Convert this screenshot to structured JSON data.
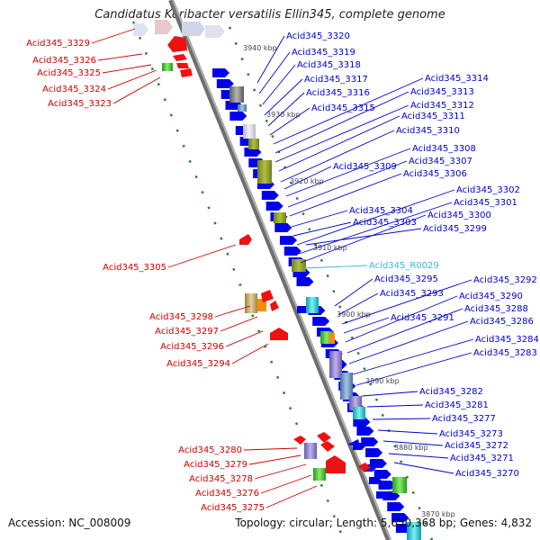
{
  "title": "Candidatus Koribacter versatilis Ellin345, complete genome",
  "footer": {
    "accession": "Accession: NC_008009",
    "summary": "Topology: circular; Length: 5,650,368 bp; Genes: 4,832"
  },
  "colors": {
    "forward_label": "#0000cc",
    "reverse_label": "#cc0000",
    "rna_label": "#33bbdd",
    "forward_gene": "#0000ee",
    "reverse_gene": "#ee1111",
    "backbone": "#808080",
    "dots": "#228822"
  },
  "kbp_marks": [
    "3940 kbp",
    "3930 kbp",
    "3920 kbp",
    "3910 kbp",
    "3900 kbp",
    "3890 kbp",
    "3880 kbp",
    "3870 kbp"
  ],
  "forward_labels": [
    "Acid345_3320",
    "Acid345_3319",
    "Acid345_3318",
    "Acid345_3317",
    "Acid345_3316",
    "Acid345_3315",
    "Acid345_3314",
    "Acid345_3313",
    "Acid345_3312",
    "Acid345_3311",
    "Acid345_3310",
    "Acid345_3309",
    "Acid345_3308",
    "Acid345_3307",
    "Acid345_3306",
    "Acid345_3304",
    "Acid345_3303",
    "Acid345_3302",
    "Acid345_3301",
    "Acid345_3300",
    "Acid345_3299",
    "Acid345_R0029",
    "Acid345_3295",
    "Acid345_3293",
    "Acid345_3292",
    "Acid345_3291",
    "Acid345_3290",
    "Acid345_3288",
    "Acid345_3286",
    "Acid345_3284",
    "Acid345_3283",
    "Acid345_3282",
    "Acid345_3281",
    "Acid345_3277",
    "Acid345_3273",
    "Acid345_3272",
    "Acid345_3271",
    "Acid345_3270"
  ],
  "reverse_labels": [
    "Acid345_3329",
    "Acid345_3326",
    "Acid345_3325",
    "Acid345_3324",
    "Acid345_3323",
    "Acid345_3305",
    "Acid345_3298",
    "Acid345_3297",
    "Acid345_3296",
    "Acid345_3294",
    "Acid345_3280",
    "Acid345_3279",
    "Acid345_3278",
    "Acid345_3276",
    "Acid345_3275"
  ]
}
